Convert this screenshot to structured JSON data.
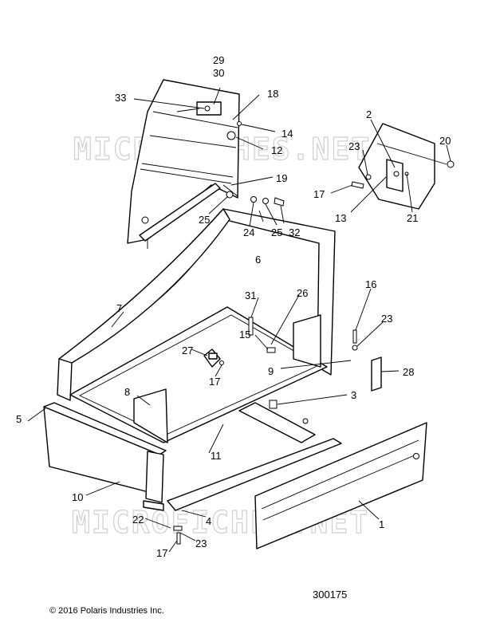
{
  "diagram": {
    "watermark": "MICROFICHES.NET",
    "copyright": "© 2016 Polaris Industries Inc.",
    "figure_number": "300175",
    "callouts": [
      {
        "id": "c29",
        "text": "29"
      },
      {
        "id": "c30",
        "text": "30"
      },
      {
        "id": "c33",
        "text": "33"
      },
      {
        "id": "c18",
        "text": "18"
      },
      {
        "id": "c14",
        "text": "14"
      },
      {
        "id": "c12",
        "text": "12"
      },
      {
        "id": "c19",
        "text": "19"
      },
      {
        "id": "c25a",
        "text": "25"
      },
      {
        "id": "c24",
        "text": "24"
      },
      {
        "id": "c25b",
        "text": "25"
      },
      {
        "id": "c32",
        "text": "32"
      },
      {
        "id": "c2",
        "text": "2"
      },
      {
        "id": "c20",
        "text": "20"
      },
      {
        "id": "c23a",
        "text": "23"
      },
      {
        "id": "c17a",
        "text": "17"
      },
      {
        "id": "c13",
        "text": "13"
      },
      {
        "id": "c21",
        "text": "21"
      },
      {
        "id": "c6",
        "text": "6"
      },
      {
        "id": "c7",
        "text": "7"
      },
      {
        "id": "c26",
        "text": "26"
      },
      {
        "id": "c16",
        "text": "16"
      },
      {
        "id": "c31",
        "text": "31"
      },
      {
        "id": "c23b",
        "text": "23"
      },
      {
        "id": "c15",
        "text": "15"
      },
      {
        "id": "c27",
        "text": "27"
      },
      {
        "id": "c9",
        "text": "9"
      },
      {
        "id": "c28",
        "text": "28"
      },
      {
        "id": "c17b",
        "text": "17"
      },
      {
        "id": "c8",
        "text": "8"
      },
      {
        "id": "c3",
        "text": "3"
      },
      {
        "id": "c5",
        "text": "5"
      },
      {
        "id": "c11",
        "text": "11"
      },
      {
        "id": "c10",
        "text": "10"
      },
      {
        "id": "c22",
        "text": "22"
      },
      {
        "id": "c4",
        "text": "4"
      },
      {
        "id": "c1",
        "text": "1"
      },
      {
        "id": "c17c",
        "text": "17"
      },
      {
        "id": "c23c",
        "text": "23"
      }
    ]
  }
}
